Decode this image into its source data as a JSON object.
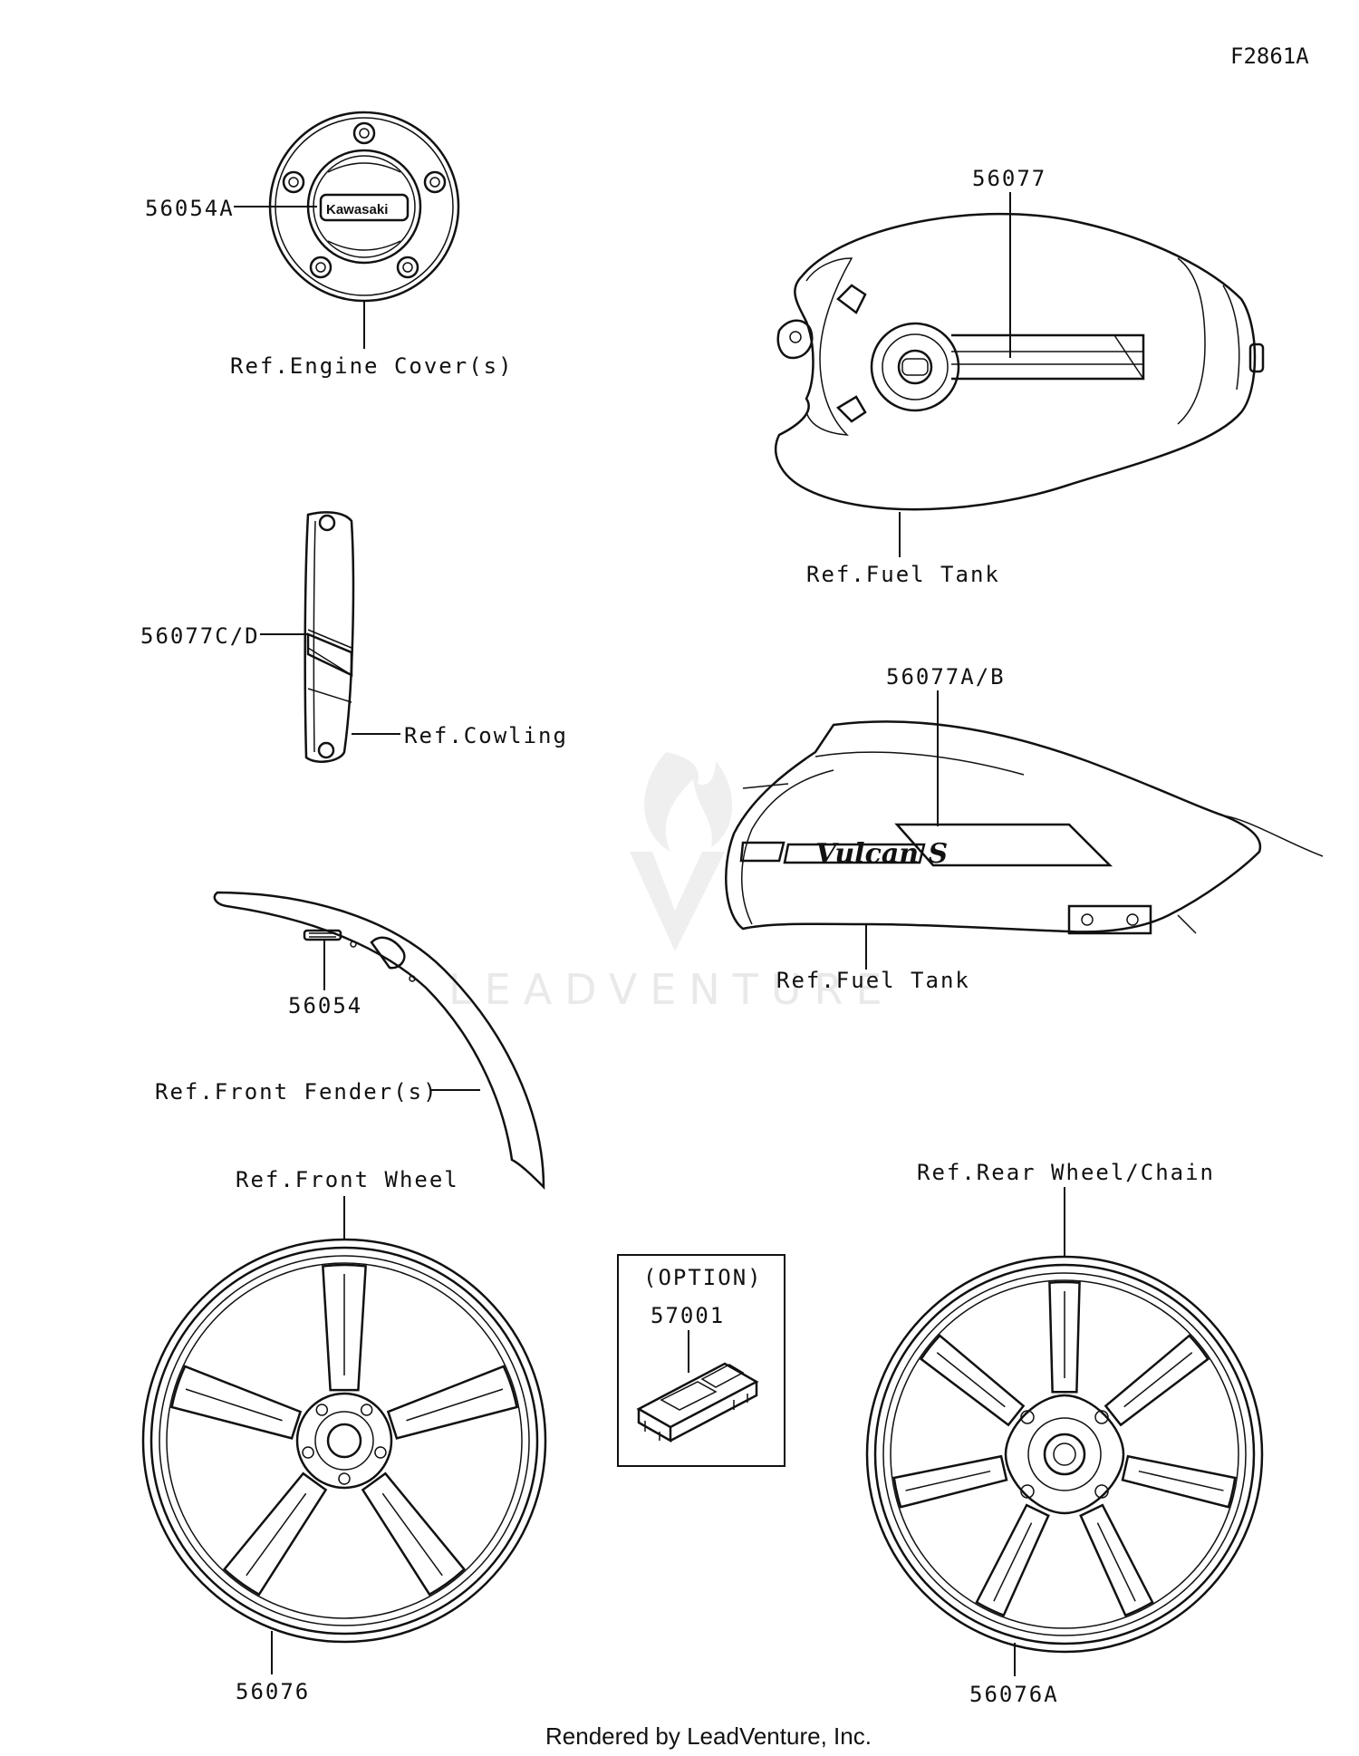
{
  "diagram_code": "F2861A",
  "watermark": "LEADVENTURE",
  "footer": "Rendered by LeadVenture, Inc.",
  "engine_cover": {
    "part": "56054A",
    "ref": "Ref.Engine Cover(s)",
    "logo": "Kawasaki"
  },
  "fuel_tank_top": {
    "part": "56077",
    "ref": "Ref.Fuel Tank"
  },
  "cowling": {
    "part": "56077C/D",
    "ref": "Ref.Cowling"
  },
  "fuel_tank_side": {
    "part": "56077A/B",
    "ref": "Ref.Fuel Tank",
    "logo": "Vulcan S"
  },
  "front_fender": {
    "part": "56054",
    "ref": "Ref.Front Fender(s)"
  },
  "front_wheel": {
    "part": "56076",
    "ref": "Ref.Front Wheel"
  },
  "option": {
    "title": "(OPTION)",
    "part": "57001"
  },
  "rear_wheel": {
    "part": "56076A",
    "ref": "Ref.Rear Wheel/Chain"
  }
}
